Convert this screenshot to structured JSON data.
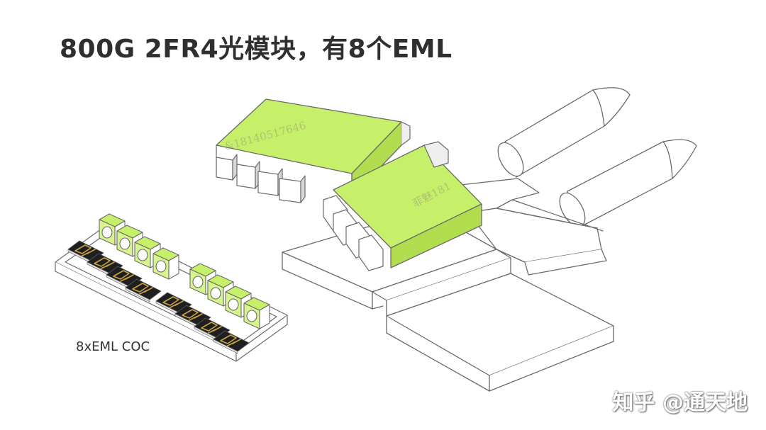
{
  "title": "800G 2FR4光模块，有8个EML",
  "coc_label": "8xEML COC",
  "watermark": "知乎 @通天地",
  "faint_watermarks": [
    "&18140517646",
    "菲魅181"
  ],
  "colors": {
    "accent_green": "#c6f06a",
    "outline": "#6b6b6b",
    "chip_dark": "#202020",
    "chip_trace": "#c9a341",
    "title_text": "#2f2f2f"
  }
}
